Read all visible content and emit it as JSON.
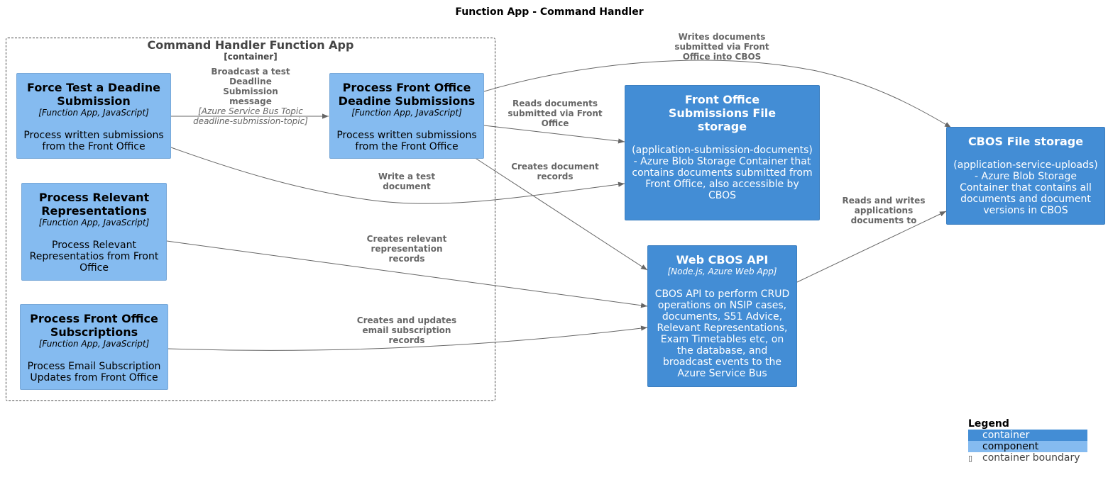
{
  "title": "Function App - Command Handler",
  "boundary": {
    "name": "Command Handler Function App",
    "type": "[container]"
  },
  "nodes": {
    "force_test": {
      "name": "Force Test a Deadine Submission",
      "tech": "[Function App, JavaScript]",
      "desc": "Process written submissions from the Front Office"
    },
    "process_deadline": {
      "name": "Process Front Office Deadine Submissions",
      "tech": "[Function App, JavaScript]",
      "desc": "Process written submissions from the Front Office"
    },
    "relevant_reps": {
      "name": "Process Relevant Representations",
      "tech": "[Function App, JavaScript]",
      "desc": "Process Relevant Representatios from Front Office"
    },
    "subscriptions": {
      "name": "Process Front Office Subscriptions",
      "tech": "[Function App, JavaScript]",
      "desc": "Process Email Subscription Updates from Front Office"
    },
    "fo_storage": {
      "name": "Front Office Submissions File storage",
      "desc": "(application-submission-documents) - Azure Blob Storage Container that contains documents submitted from Front Office, also accessible by CBOS"
    },
    "web_api": {
      "name": "Web CBOS API",
      "tech": "[Node.js, Azure Web App]",
      "desc": "CBOS API to perform CRUD operations on NSIP cases, documents, S51 Advice, Relevant Representations, Exam Timetables etc, on the database, and broadcast events to the Azure Service Bus"
    },
    "cbos_storage": {
      "name": "CBOS File storage",
      "desc": "(application-service-uploads) - Azure Blob Storage Container that contains all documents and document versions in CBOS"
    }
  },
  "edges": {
    "broadcast": {
      "label": "Broadcast a test Deadline Submission message",
      "tech": "[Azure Service Bus Topic deadline-submission-topic]"
    },
    "write_test": {
      "label": "Write a test document"
    },
    "writes_docs": {
      "label": "Writes documents submitted via Front Office into CBOS"
    },
    "reads_docs": {
      "label": "Reads documents submitted via Front Office"
    },
    "creates_doc_records": {
      "label": "Creates document records"
    },
    "creates_rel_rep": {
      "label": "Creates relevant representation records"
    },
    "creates_sub": {
      "label": "Creates and updates email subscription records"
    },
    "reads_writes": {
      "label": "Reads and writes applications documents to"
    }
  },
  "legend": {
    "title": "Legend",
    "items": [
      {
        "label": "container",
        "color": "#438dd5"
      },
      {
        "label": "component",
        "color": "#85bbf0"
      },
      {
        "label": "container boundary",
        "symbol": "▯"
      }
    ]
  },
  "colors": {
    "component": "#85bbf0",
    "container": "#438dd5",
    "edge": "#666666"
  }
}
